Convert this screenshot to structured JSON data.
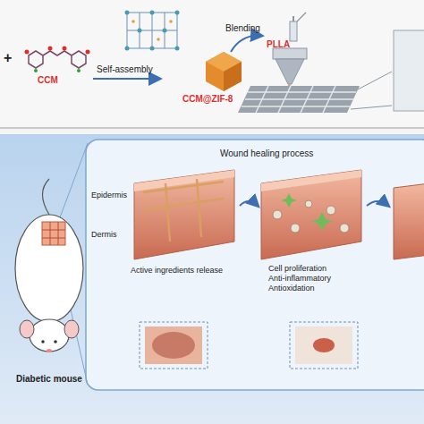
{
  "diagram": {
    "labels": [
      "+",
      "CCM",
      "Self-assembly",
      "CCM@ZIF-8",
      "Blending",
      "PLLA",
      "Wound healing process",
      "Epidermis",
      "Dermis",
      "Diabetic mouse",
      "Active ingredients release",
      "Cell proliferation",
      "Anti-inflammatory",
      "Antioxidation"
    ]
  }
}
